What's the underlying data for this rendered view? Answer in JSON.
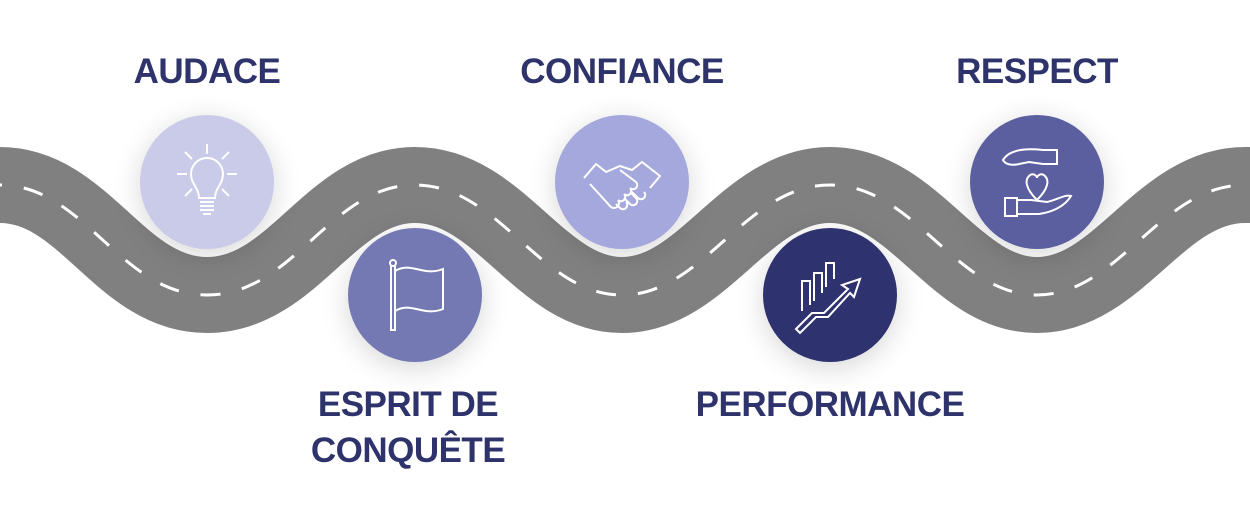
{
  "values": [
    {
      "label": "AUDACE",
      "icon": "lightbulb-icon",
      "color": "#c9cbe8"
    },
    {
      "label_line1": "ESPRIT DE",
      "label_line2": "CONQUÊTE",
      "icon": "flag-icon",
      "color": "#7579b3"
    },
    {
      "label": "CONFIANCE",
      "icon": "handshake-icon",
      "color": "#a4a8dc"
    },
    {
      "label": "PERFORMANCE",
      "icon": "growth-chart-icon",
      "color": "#2e326e"
    },
    {
      "label": "RESPECT",
      "icon": "hands-heart-icon",
      "color": "#5b5fa0"
    }
  ],
  "colors": {
    "text": "#2e336b",
    "road": "#808080",
    "road_marking": "#ffffff"
  }
}
